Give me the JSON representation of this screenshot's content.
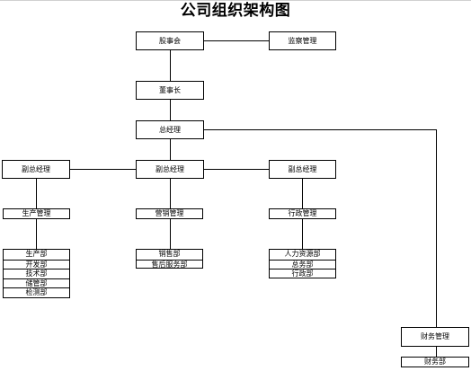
{
  "title": "公司组织架构图",
  "nodes": {
    "board": "股事会",
    "supervise": "监察管理",
    "chairman": "董事长",
    "general_manager": "总经理",
    "vgm_left": "副总经理",
    "vgm_center": "副总经理",
    "vgm_right": "副总经理",
    "production": "生产管理",
    "marketing": "营销管理",
    "administration": "行政管理",
    "finance": "财务管理",
    "finance_dept": "财务部"
  },
  "departments": {
    "production": [
      "生产部",
      "开发部",
      "技术部",
      "储管部",
      "检测部"
    ],
    "marketing": [
      "销售部",
      "售后服务部"
    ],
    "administration": [
      "人力资源部",
      "总务部",
      "行政部"
    ]
  },
  "colors": {
    "line": "#000000",
    "background": "#ffffff"
  }
}
